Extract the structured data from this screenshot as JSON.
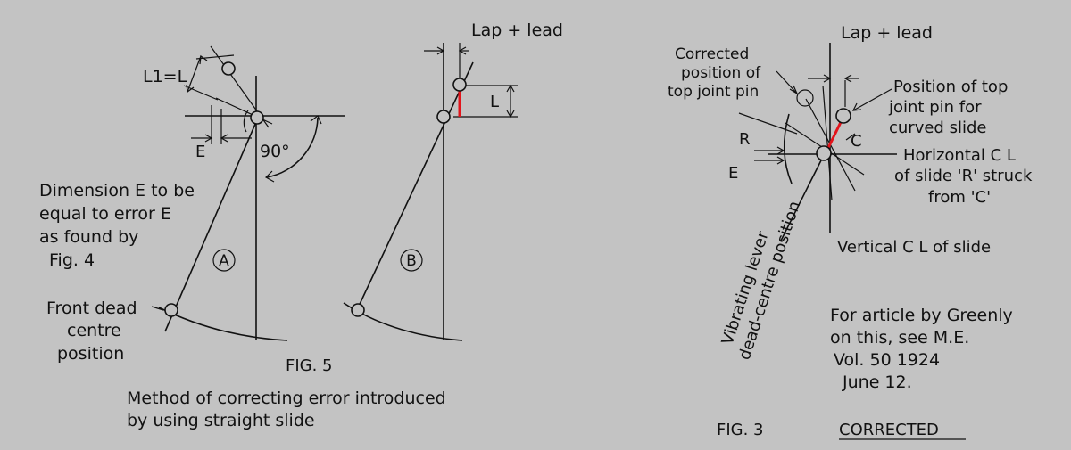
{
  "fig5": {
    "dimension_l1": "L1=L",
    "label_e": "E",
    "angle": "90°",
    "note": [
      "Dimension E to be",
      "equal to error E",
      "as found by",
      "Fig. 4"
    ],
    "circle_a": "A",
    "circle_b": "B",
    "front_dead": [
      "Front dead",
      "centre",
      "position"
    ],
    "lap_lead": "Lap + lead",
    "label_l": "L",
    "fig_label": "FIG. 5",
    "caption": [
      "Method of correcting error introduced",
      "by using straight slide"
    ]
  },
  "fig3": {
    "corrected_pos": [
      "Corrected",
      "position of",
      "top joint pin"
    ],
    "lap_lead": "Lap + lead",
    "position_top": [
      "Position of top",
      "joint pin for",
      "curved slide"
    ],
    "label_r": "R",
    "label_e": "E",
    "label_c": "C",
    "horizontal": [
      "Horizontal C L",
      "of slide 'R' struck",
      "from 'C'"
    ],
    "vertical": "Vertical C L of slide",
    "vibrating": [
      "Vibrating lever",
      "dead-centre position"
    ],
    "article": [
      "For article by Greenly",
      "on this, see M.E.",
      "Vol. 50 1924",
      "June 12."
    ],
    "fig_label": "FIG. 3",
    "corrected": "CORRECTED"
  },
  "colors": {
    "background": "#c3c3c3",
    "ink": "#111111",
    "highlight": "#e3141b"
  }
}
